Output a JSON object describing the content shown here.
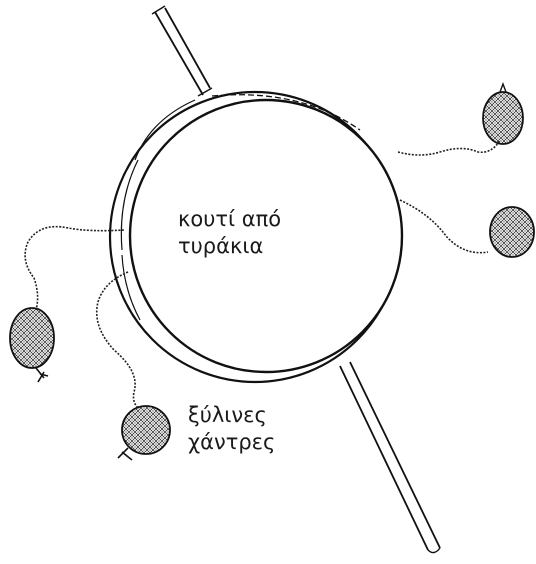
{
  "labels": {
    "box": {
      "line1": "κουτί από",
      "line2": "τυράκια"
    },
    "beads": {
      "line1": "ξύλινες",
      "line2": "χάντρες"
    }
  }
}
